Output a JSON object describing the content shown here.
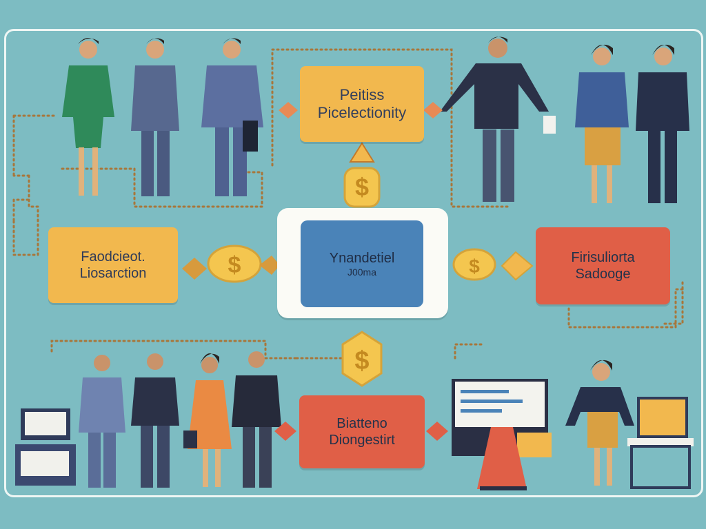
{
  "diagram": {
    "top_box": {
      "line1": "Peitiss",
      "line2": "Picelectionity"
    },
    "left_box": {
      "line1": "Faodcieot.",
      "line2": "Liosarction"
    },
    "right_box": {
      "line1": "Firisuliorta",
      "line2": "Sadooge"
    },
    "bottom_box": {
      "line1": "Biatteno",
      "line2": "Diongestirt"
    },
    "center_box": {
      "line1": "Ynandetiel",
      "line2": "J00ma"
    },
    "coin_symbol": "$",
    "colors": {
      "background": "#7dbcc2",
      "yellow_box": "#f2b84e",
      "red_box": "#e05f47",
      "center_box": "#4a83b8",
      "coin": "#f4c64f",
      "dotted_path": "#a8763a"
    }
  }
}
